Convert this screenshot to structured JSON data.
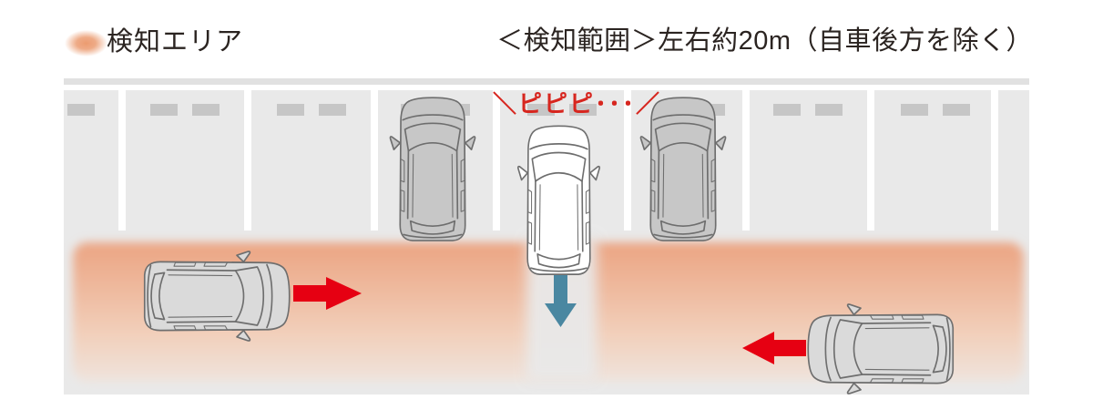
{
  "legend": {
    "label": "検知エリア",
    "swatch_color": "#ec9b70"
  },
  "header": {
    "range_note": "＜検知範囲＞左右約20m（自車後方を除く）"
  },
  "scene": {
    "alert_text": "＼ピピピ･･･／"
  },
  "colors": {
    "text_dark": "#2b2421",
    "alert_red": "#d7261f",
    "arrow_red": "#e60012",
    "arrow_blue": "#4a87a1",
    "detection_strong": "#eba482",
    "detection_mid": "#eeb79b",
    "detection_soft": "#f2cfba",
    "detection_faint": "#efe4dd",
    "lot_gray": "#e9e9e9",
    "curb_gray": "#e1e1e1",
    "stall_dash_gray": "#c6c6c6",
    "stall_line_white": "#ffffff",
    "parked_van_gray": "#c7c7c7",
    "moving_car_gray": "#dadada",
    "own_car_white": "#ffffff",
    "car_outline": "#6e6e6e"
  }
}
